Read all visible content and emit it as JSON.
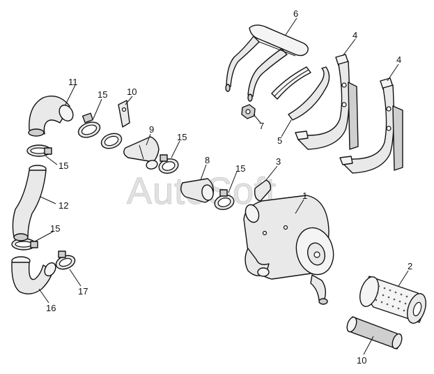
{
  "watermark": "AutoSoft",
  "callouts": [
    "1",
    "2",
    "3",
    "4",
    "4",
    "5",
    "6",
    "7",
    "8",
    "9",
    "10",
    "10",
    "11",
    "12",
    "15",
    "15",
    "15",
    "15",
    "15",
    "16",
    "17"
  ]
}
